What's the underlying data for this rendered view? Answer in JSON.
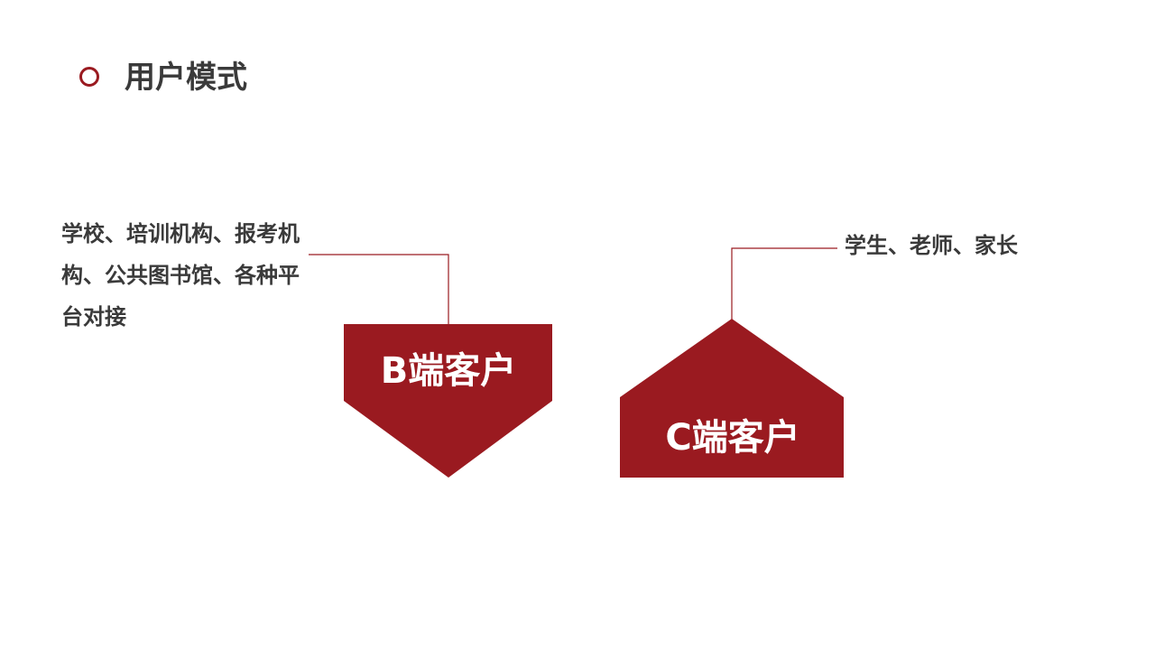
{
  "title": "用户模式",
  "accent_color": "#9a1a20",
  "b_client": {
    "label": "B端客户",
    "description": "学校、培训机构、报考机构、公共图书馆、各种平台对接"
  },
  "c_client": {
    "label": "C端客户",
    "description": "学生、老师、家长"
  }
}
